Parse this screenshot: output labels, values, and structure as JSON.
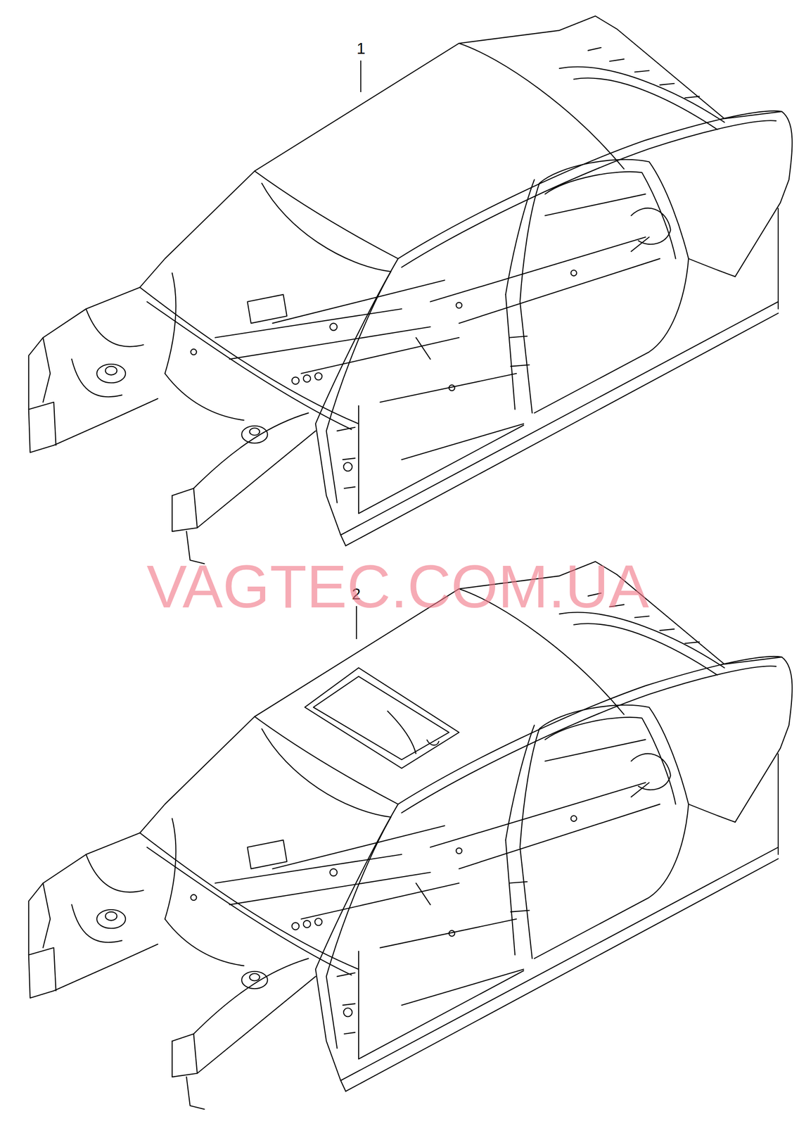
{
  "diagram": {
    "labels": [
      "1",
      "2",
      "VAGTEC.COM.UA"
    ]
  }
}
